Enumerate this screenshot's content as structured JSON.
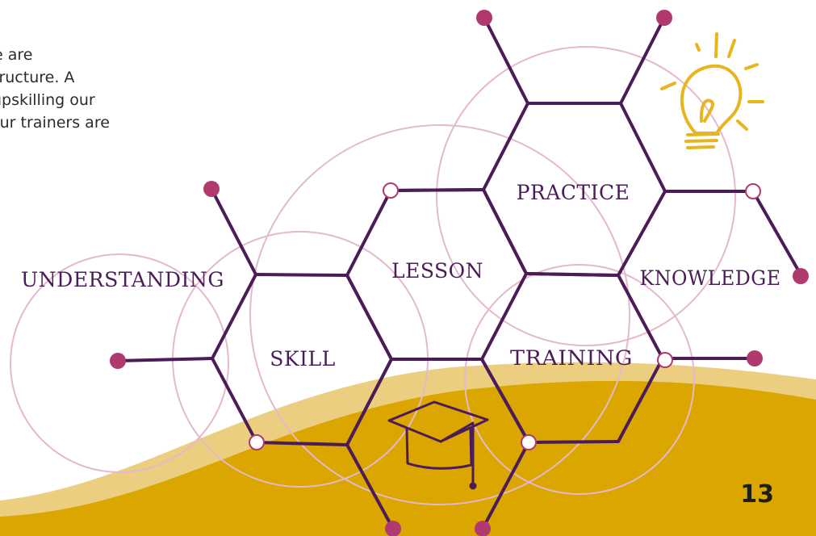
{
  "body_text": {
    "line1": "e are",
    "line2": "tructure. A",
    "line3": "upskilling our",
    "line4": "our trainers are"
  },
  "hexagons": {
    "practice": "PRACTICE",
    "lesson": "LESSON",
    "knowledge": "KNOWLEDGE",
    "understanding": "UNDERSTANDING",
    "skill": "SKILL",
    "training": "TRAINING"
  },
  "page_number": "13",
  "colors": {
    "line": "#4b1c57",
    "node": "#b03a6e",
    "circle": "#e3b9cb",
    "gold": "#dba600",
    "gold_light": "#e8c56a",
    "icon_gold": "#e9b51f"
  },
  "icons": [
    "lightbulb-icon",
    "graduation-cap-icon"
  ]
}
